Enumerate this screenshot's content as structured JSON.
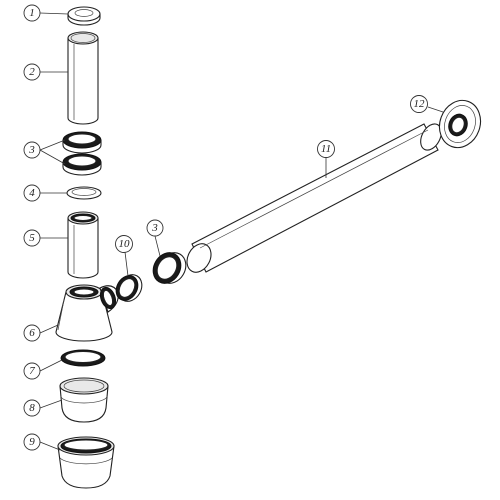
{
  "callouts": [
    {
      "id": "c1",
      "label": "1"
    },
    {
      "id": "c2",
      "label": "2"
    },
    {
      "id": "c3a",
      "label": "3"
    },
    {
      "id": "c3b",
      "label": "3"
    },
    {
      "id": "c4",
      "label": "4"
    },
    {
      "id": "c5",
      "label": "5"
    },
    {
      "id": "c6",
      "label": "6"
    },
    {
      "id": "c7",
      "label": "7"
    },
    {
      "id": "c8",
      "label": "8"
    },
    {
      "id": "c9",
      "label": "9"
    },
    {
      "id": "c10",
      "label": "10"
    },
    {
      "id": "c11",
      "label": "11"
    },
    {
      "id": "c12",
      "label": "12"
    }
  ]
}
